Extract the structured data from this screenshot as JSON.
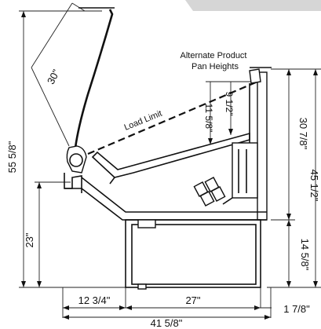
{
  "diagram": {
    "notes": {
      "alternate_line1": "Alternate Product",
      "alternate_line2": "Pan Heights",
      "load_limit": "Load Limit"
    },
    "dimensions": {
      "glass_length": "30\"",
      "overall_height": "55 5/8\"",
      "front_height": "23\"",
      "pan_height_small": "9 1/2\"",
      "pan_height_large": "11 5/8\"",
      "upper_height": "30 7/8\"",
      "total_height": "45 1/2\"",
      "base_height": "14 5/8\"",
      "front_depth": "12 3/4\"",
      "base_depth": "27\"",
      "rear_offset": "1 7/8\"",
      "overall_depth": "41 5/8\""
    }
  }
}
